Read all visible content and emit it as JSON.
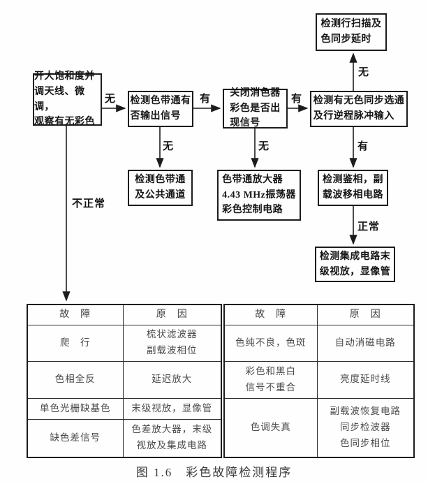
{
  "flow": {
    "nodes": {
      "b1": "开大饱和度并\n调天线、微调，\n观察有无彩色",
      "b2": "检测色带通有\n否输出信号",
      "b3": "关闭消色器\n彩色是否出\n现信号",
      "b4": "检测有无色同步选通\n及行逆程脉冲输入",
      "b5": "检测行扫描及\n色同步延时",
      "b6": "检测色带通\n及公共通道",
      "b7": "色带通放大器\n4.43 MHz振荡器\n彩色控制电路",
      "b8": "检测鉴相，副\n载波移相电路",
      "b9": "检测集成电路末\n级视放，显像管"
    },
    "edge_labels": {
      "b1_b2": "无",
      "b2_b3": "有",
      "b3_b4": "有",
      "b4_b5": "无",
      "b2_b6": "无",
      "b3_b7": "无",
      "b4_b8": "有",
      "b8_b9": "正常",
      "b1_table": "不正常"
    }
  },
  "table": {
    "left": {
      "headers": [
        "故　障",
        "原　因"
      ],
      "rows": [
        {
          "fault": "爬　行",
          "cause": "梳状滤波器\n副载波相位"
        },
        {
          "fault": "色相全反",
          "cause": "延迟放大"
        },
        {
          "fault": "单色光栅缺基色",
          "cause": "末级视放，显像管"
        },
        {
          "fault": "缺色差信号",
          "cause": "色差放大器，末级\n视放及集成电路"
        }
      ]
    },
    "right": {
      "headers": [
        "故　障",
        "原　因"
      ],
      "rows": [
        {
          "fault": "色纯不良，色斑",
          "cause": "自动消磁电路"
        },
        {
          "fault": "彩色和黑白\n信号不重合",
          "cause": "亮度延时线"
        },
        {
          "fault": "色调失真",
          "cause": "副载波恢复电路\n同步检波器\n色同步相位"
        }
      ]
    }
  },
  "caption": "图 1.6　彩色故障检测程序",
  "colors": {
    "line": "#1c1c1c",
    "background": "#fefefe"
  }
}
